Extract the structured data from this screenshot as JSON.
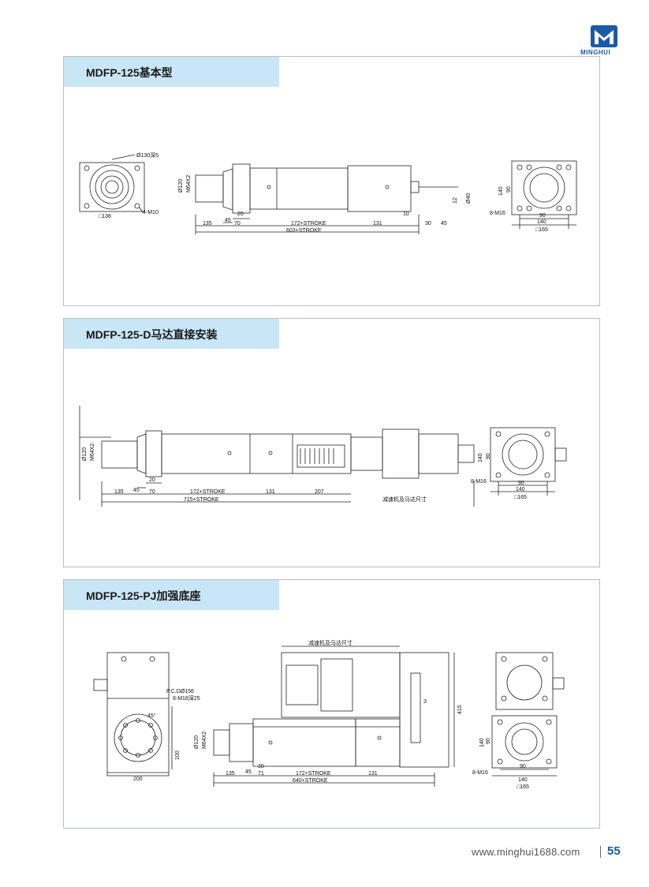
{
  "brand": {
    "name": "MINGHUI",
    "color": "#1b5aa5"
  },
  "sections": [
    {
      "title": "MDFP-125基本型",
      "dims": {
        "flange_dia": "Ø130深5",
        "bolts": "4-M10",
        "square": "□138",
        "rod_dia": "Ø120",
        "thread": "M64X2",
        "d45": "45",
        "d20": "20",
        "d135": "135",
        "d70": "70",
        "stroke172": "172+STROKE",
        "d131": "131",
        "d10": "10",
        "d30": "30",
        "d45b": "45",
        "d12": "12",
        "d40": "Ø40",
        "total": "603+STROKE",
        "side_140": "140",
        "side_90": "90",
        "side_bolts": "8-M16",
        "side_w90": "90",
        "side_w140": "140",
        "side_sq": "□165"
      }
    },
    {
      "title": "MDFP-125-D马达直接安装",
      "dims": {
        "rod_dia": "Ø120",
        "thread": "M64X2",
        "d45": "45",
        "d20": "20",
        "d135": "135",
        "d70": "70",
        "stroke172": "172+STROKE",
        "d131": "131",
        "d207": "207",
        "total": "715+STROKE",
        "note": "减速机及马达尺寸",
        "side_140": "140",
        "side_90": "90",
        "side_bolts": "8-M16",
        "side_w90": "90",
        "side_w140": "140",
        "side_sq": "□165"
      }
    },
    {
      "title": "MDFP-125-PJ加强底座",
      "dims": {
        "pcd": "P.C.DØ156",
        "bolts": "8-M18深25",
        "angle": "45°",
        "d200": "200",
        "d100": "100",
        "top_note": "减速机及马达尺寸",
        "d3": "3",
        "d415": "415",
        "rod_dia": "Ø120",
        "thread": "M64X2",
        "d45": "45",
        "d20": "20",
        "d135": "135",
        "d71": "71",
        "stroke172": "172+STROKE",
        "d131": "131",
        "total": "640+STROKE",
        "side_140": "140",
        "side_90": "90",
        "side_bolts": "8-M16",
        "side_w90": "90",
        "side_w140": "140",
        "side_sq": "□165"
      }
    }
  ],
  "footer": {
    "url": "www.minghui1688.com",
    "page": "55"
  }
}
